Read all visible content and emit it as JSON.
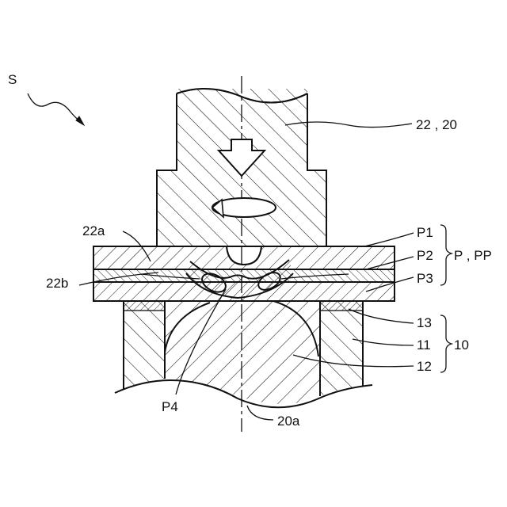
{
  "figure": {
    "labels": {
      "S": "S",
      "tool": "22 , 20",
      "shoulder": "22a",
      "pin": "22b",
      "p1": "P1",
      "p2": "P2",
      "p3": "P3",
      "stack": "P , PP",
      "p4": "P4",
      "backing_top": "13",
      "backing_body": "11",
      "backing_group": "10",
      "anvil": "12",
      "axis": "20a"
    },
    "colors": {
      "line": "#111111",
      "background": "#ffffff"
    }
  }
}
